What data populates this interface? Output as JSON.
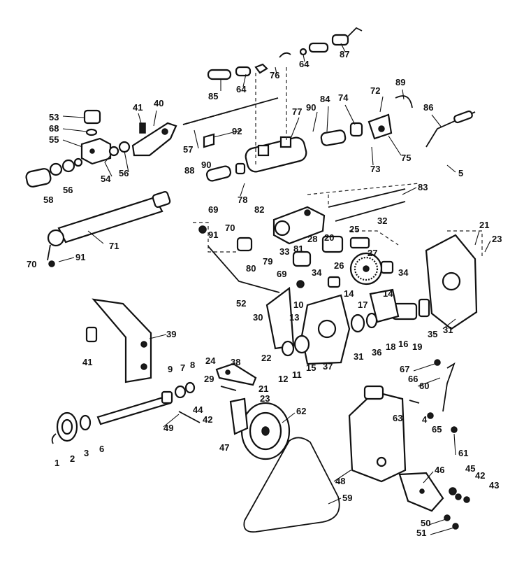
{
  "labels": [
    {
      "id": "1",
      "text": "1"
    },
    {
      "id": "2",
      "text": "2"
    },
    {
      "id": "3",
      "text": "3"
    },
    {
      "id": "4",
      "text": "4"
    },
    {
      "id": "5",
      "text": "5"
    },
    {
      "id": "6",
      "text": "6"
    },
    {
      "id": "7",
      "text": "7"
    },
    {
      "id": "8",
      "text": "8"
    },
    {
      "id": "9",
      "text": "9"
    },
    {
      "id": "10",
      "text": "10"
    },
    {
      "id": "11",
      "text": "11"
    },
    {
      "id": "12",
      "text": "12"
    },
    {
      "id": "13",
      "text": "13"
    },
    {
      "id": "14a",
      "text": "14"
    },
    {
      "id": "14b",
      "text": "14"
    },
    {
      "id": "15",
      "text": "15"
    },
    {
      "id": "16",
      "text": "16"
    },
    {
      "id": "17",
      "text": "17"
    },
    {
      "id": "18",
      "text": "18"
    },
    {
      "id": "19",
      "text": "19"
    },
    {
      "id": "20",
      "text": "20"
    },
    {
      "id": "21a",
      "text": "21"
    },
    {
      "id": "21b",
      "text": "21"
    },
    {
      "id": "22",
      "text": "22"
    },
    {
      "id": "23a",
      "text": "23"
    },
    {
      "id": "23b",
      "text": "23"
    },
    {
      "id": "24",
      "text": "24"
    },
    {
      "id": "25",
      "text": "25"
    },
    {
      "id": "26",
      "text": "26"
    },
    {
      "id": "27",
      "text": "27"
    },
    {
      "id": "28",
      "text": "28"
    },
    {
      "id": "29",
      "text": "29"
    },
    {
      "id": "30",
      "text": "30"
    },
    {
      "id": "31a",
      "text": "31"
    },
    {
      "id": "31b",
      "text": "31"
    },
    {
      "id": "32",
      "text": "32"
    },
    {
      "id": "33",
      "text": "33"
    },
    {
      "id": "34a",
      "text": "34"
    },
    {
      "id": "34b",
      "text": "34"
    },
    {
      "id": "35",
      "text": "35"
    },
    {
      "id": "36",
      "text": "36"
    },
    {
      "id": "37",
      "text": "37"
    },
    {
      "id": "38",
      "text": "38"
    },
    {
      "id": "39",
      "text": "39"
    },
    {
      "id": "40",
      "text": "40"
    },
    {
      "id": "41a",
      "text": "41"
    },
    {
      "id": "41b",
      "text": "41"
    },
    {
      "id": "42a",
      "text": "42"
    },
    {
      "id": "42b",
      "text": "42"
    },
    {
      "id": "43",
      "text": "43"
    },
    {
      "id": "44",
      "text": "44"
    },
    {
      "id": "45",
      "text": "45"
    },
    {
      "id": "46",
      "text": "46"
    },
    {
      "id": "47",
      "text": "47"
    },
    {
      "id": "48",
      "text": "48"
    },
    {
      "id": "49",
      "text": "49"
    },
    {
      "id": "50",
      "text": "50"
    },
    {
      "id": "51",
      "text": "51"
    },
    {
      "id": "52",
      "text": "52"
    },
    {
      "id": "53",
      "text": "53"
    },
    {
      "id": "54",
      "text": "54"
    },
    {
      "id": "55",
      "text": "55"
    },
    {
      "id": "56a",
      "text": "56"
    },
    {
      "id": "56b",
      "text": "56"
    },
    {
      "id": "57",
      "text": "57"
    },
    {
      "id": "58",
      "text": "58"
    },
    {
      "id": "59",
      "text": "59"
    },
    {
      "id": "60",
      "text": "60"
    },
    {
      "id": "61",
      "text": "61"
    },
    {
      "id": "62",
      "text": "62"
    },
    {
      "id": "63",
      "text": "63"
    },
    {
      "id": "64a",
      "text": "64"
    },
    {
      "id": "64b",
      "text": "64"
    },
    {
      "id": "65",
      "text": "65"
    },
    {
      "id": "66",
      "text": "66"
    },
    {
      "id": "67",
      "text": "67"
    },
    {
      "id": "68",
      "text": "68"
    },
    {
      "id": "69a",
      "text": "69"
    },
    {
      "id": "69b",
      "text": "69"
    },
    {
      "id": "70a",
      "text": "70"
    },
    {
      "id": "70b",
      "text": "70"
    },
    {
      "id": "71",
      "text": "71"
    },
    {
      "id": "72",
      "text": "72"
    },
    {
      "id": "73",
      "text": "73"
    },
    {
      "id": "74",
      "text": "74"
    },
    {
      "id": "75",
      "text": "75"
    },
    {
      "id": "76",
      "text": "76"
    },
    {
      "id": "77",
      "text": "77"
    },
    {
      "id": "78",
      "text": "78"
    },
    {
      "id": "79",
      "text": "79"
    },
    {
      "id": "80",
      "text": "80"
    },
    {
      "id": "81",
      "text": "81"
    },
    {
      "id": "82",
      "text": "82"
    },
    {
      "id": "83",
      "text": "83"
    },
    {
      "id": "84",
      "text": "84"
    },
    {
      "id": "85",
      "text": "85"
    },
    {
      "id": "86",
      "text": "86"
    },
    {
      "id": "87",
      "text": "87"
    },
    {
      "id": "88",
      "text": "88"
    },
    {
      "id": "89",
      "text": "89"
    },
    {
      "id": "90a",
      "text": "90"
    },
    {
      "id": "90b",
      "text": "90"
    },
    {
      "id": "91a",
      "text": "91"
    },
    {
      "id": "91b",
      "text": "91"
    },
    {
      "id": "92",
      "text": "92"
    }
  ]
}
